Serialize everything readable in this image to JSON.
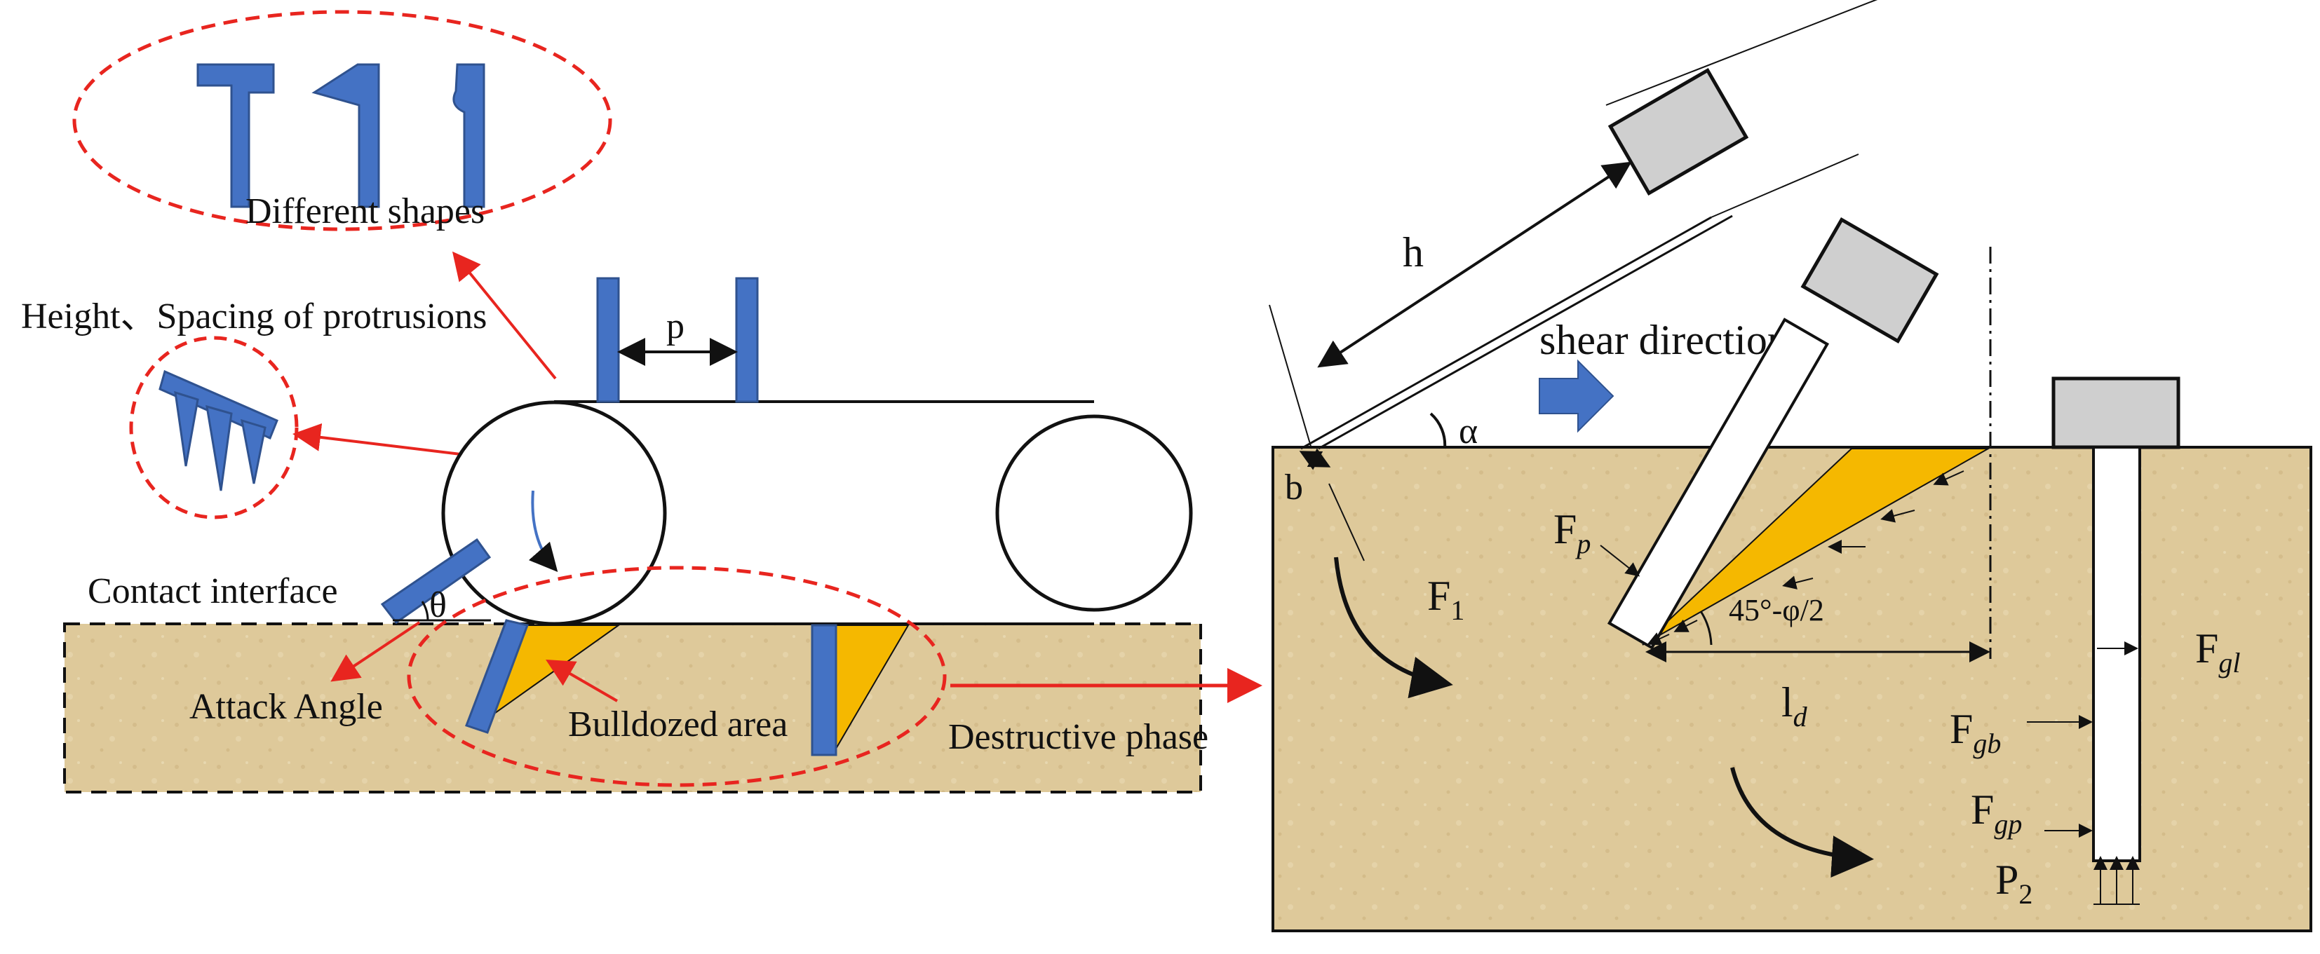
{
  "colors": {
    "protrusion_blue": "#4472C4",
    "bulldozed_orange": "#F5B800",
    "soil": "#DEC99A",
    "guide_red": "#E8251F",
    "block_gray": "#CFCFCF",
    "line_black": "#111111"
  },
  "left_panel": {
    "labels": {
      "different_shapes": "Different shapes",
      "height_spacing": "Height、Spacing of protrusions",
      "spacing_symbol": "p",
      "contact_interface": "Contact interface",
      "theta": "θ",
      "attack_angle": "Attack Angle",
      "bulldozed_area": "Bulldozed area",
      "destructive_phase": "Destructive phase"
    }
  },
  "right_panel": {
    "labels": {
      "h": "h",
      "b": "b",
      "alpha": "α",
      "shear_direction": "shear direction",
      "angle_label": "45°-φ/2",
      "f1_main": "F",
      "f1_sub": "1",
      "fp_main": "F",
      "fp_sub": "p",
      "ld_main": "l",
      "ld_sub": "d",
      "fgl_main": "F",
      "fgl_sub": "gl",
      "fgb_main": "F",
      "fgb_sub": "gb",
      "fgp_main": "F",
      "fgp_sub": "gp",
      "p2_main": "P",
      "p2_sub": "2"
    }
  }
}
